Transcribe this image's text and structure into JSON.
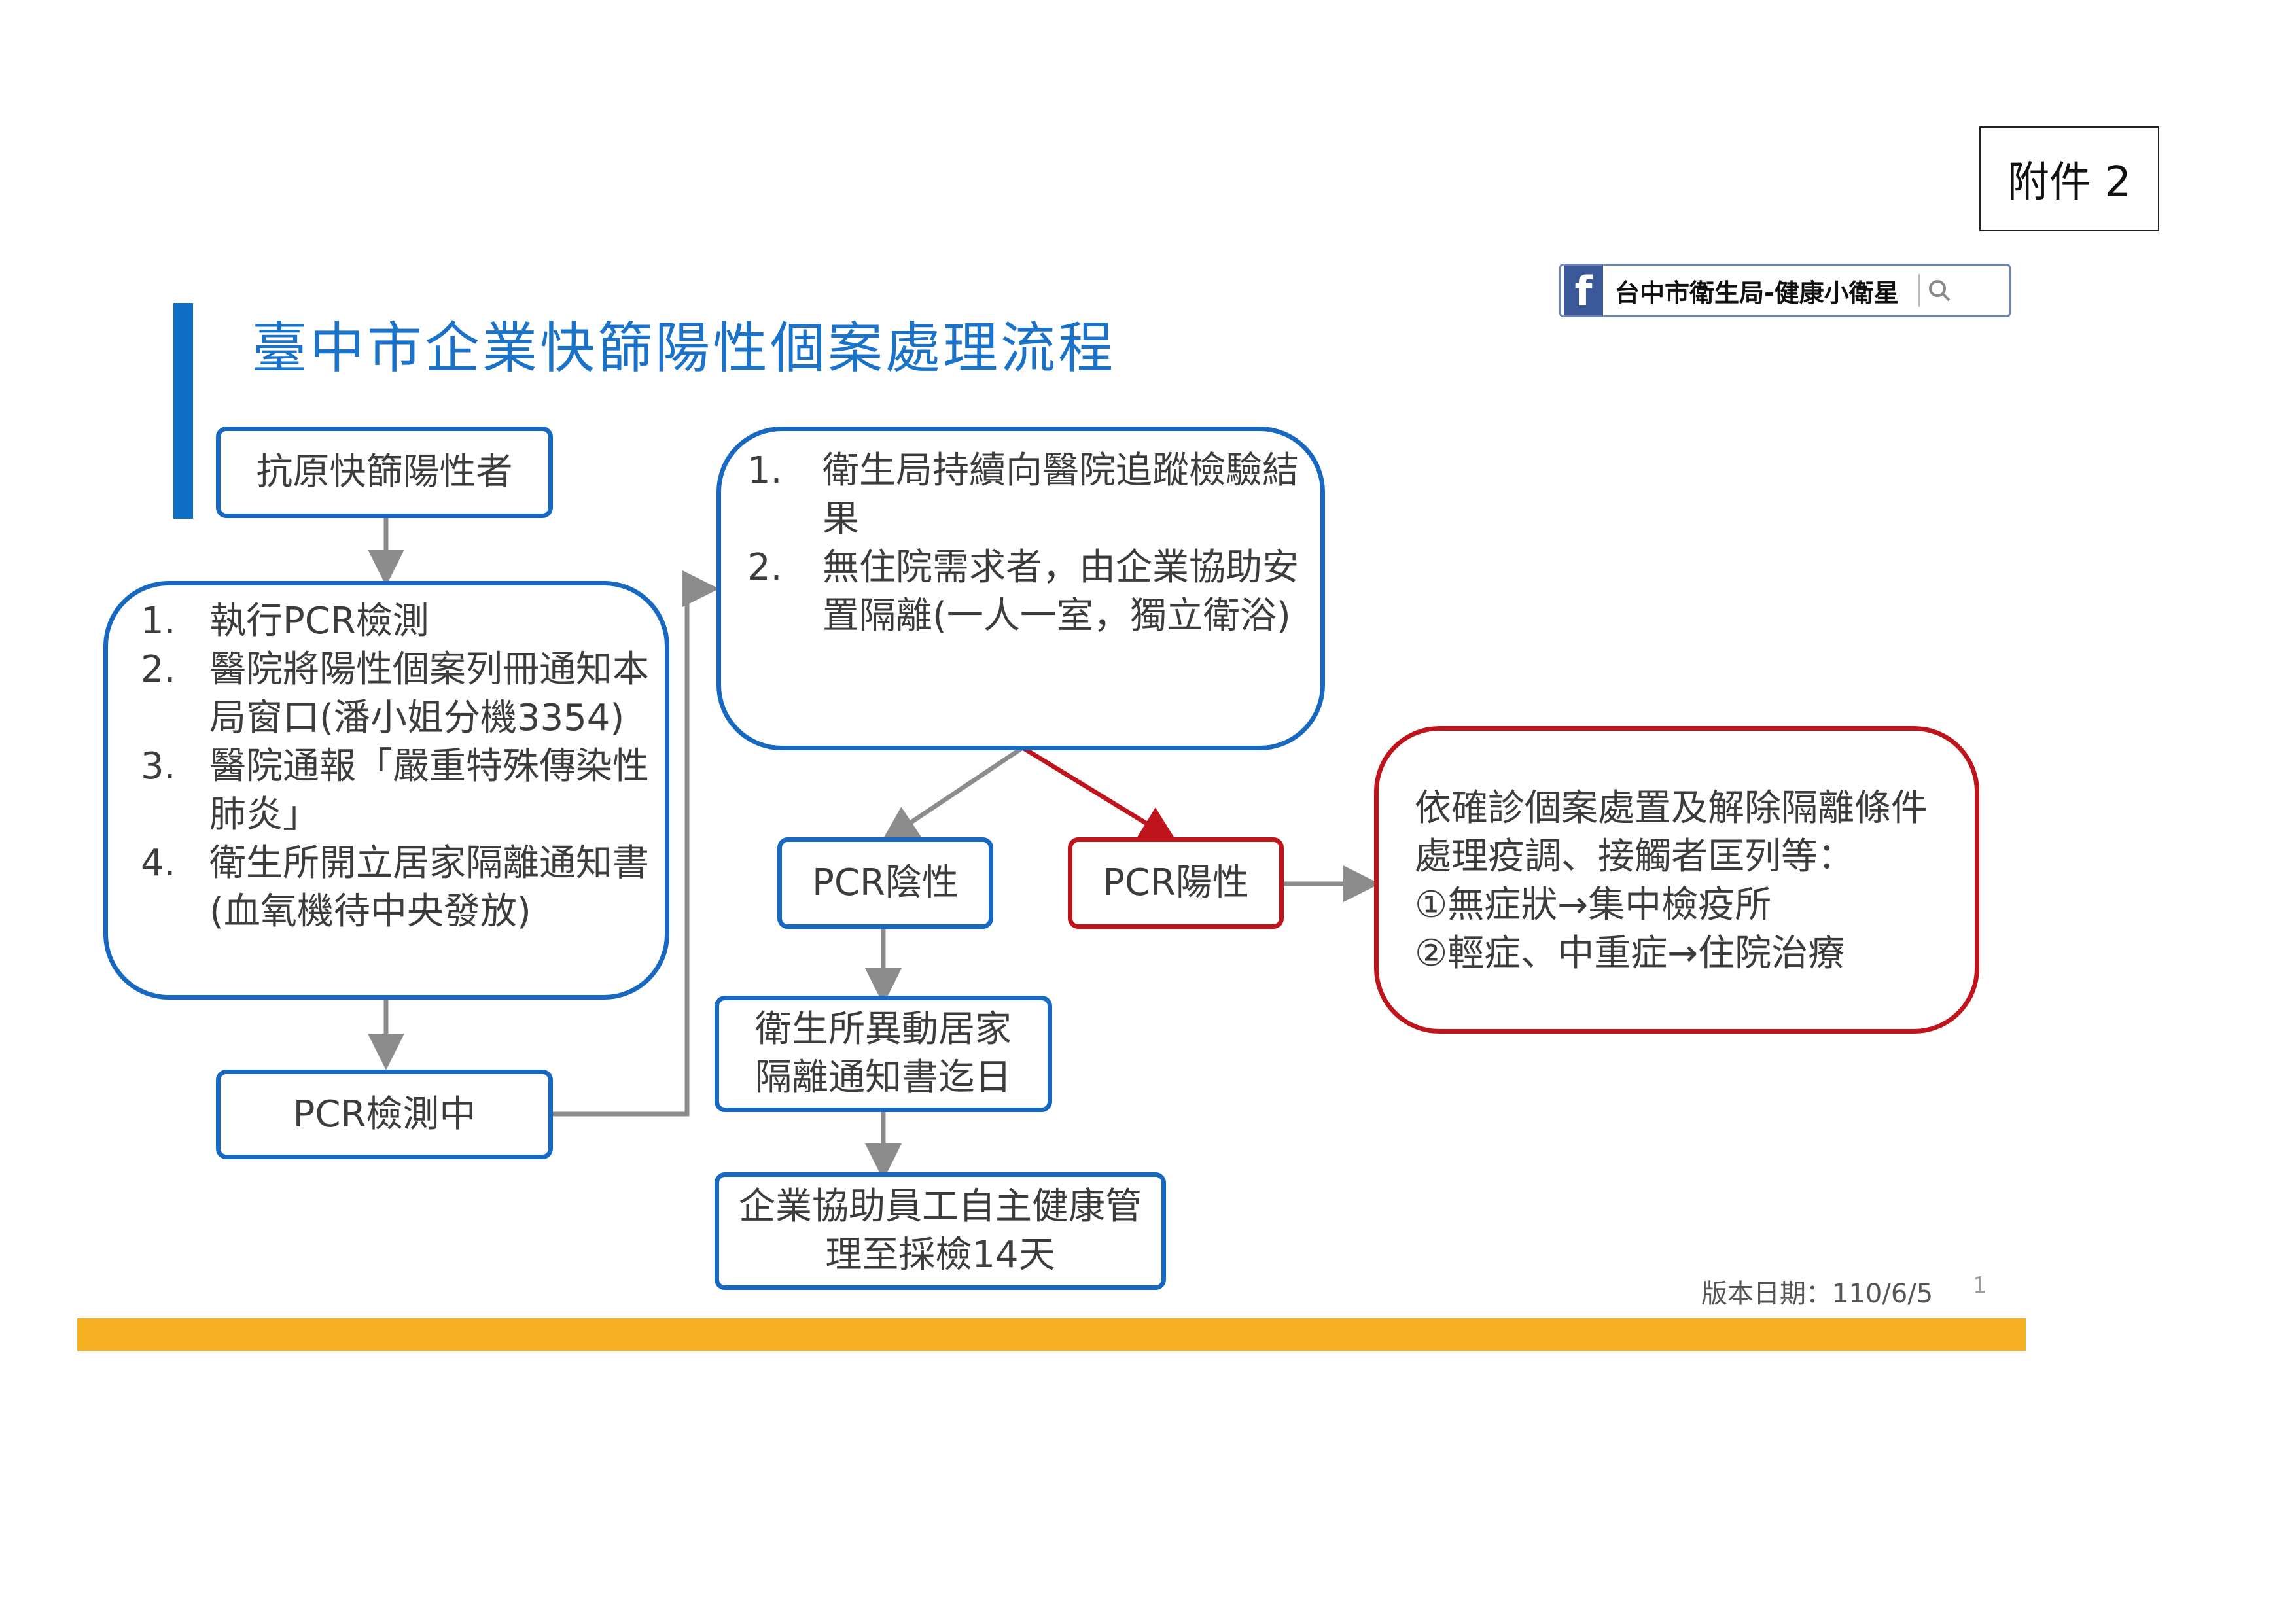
{
  "attachment_label": "附件 2",
  "facebook_badge": {
    "icon": "facebook-icon",
    "page_name": "台中市衛生局-健康小衛星",
    "search_icon": "search-icon"
  },
  "title": "臺中市企業快篩陽性個案處理流程",
  "nodes": {
    "antigen_positive": "抗原快篩陽性者",
    "steps": [
      {
        "num": "1.",
        "text": "執行PCR檢測"
      },
      {
        "num": "2.",
        "text": "醫院將陽性個案列冊通知本局窗口(潘小姐分機3354)"
      },
      {
        "num": "3.",
        "text": "醫院通報「嚴重特殊傳染性肺炎」"
      },
      {
        "num": "4.",
        "text": "衛生所開立居家隔離通知書(血氧機待中央發放)"
      }
    ],
    "pcr_testing": "PCR檢測中",
    "followup": [
      {
        "num": "1.",
        "text": "衛生局持續向醫院追蹤檢驗結果"
      },
      {
        "num": "2.",
        "text": "無住院需求者，由企業協助安置隔離(一人一室，獨立衛浴)"
      }
    ],
    "pcr_negative": "PCR陰性",
    "pcr_positive": "PCR陽性",
    "change_notice": "衛生所異動居家隔離通知書迄日",
    "health_management": "企業協助員工自主健康管理至採檢14天",
    "confirmed_handling": [
      "依確診個案處置及解除隔離條件處理疫調、接觸者匡列等：",
      "①無症狀→集中檢疫所",
      "②輕症、中重症→住院治療"
    ]
  },
  "version_date": "版本日期：110/6/5",
  "page_number": "1",
  "colors": {
    "blue_border": "#1768c0",
    "red_border": "#c0141c",
    "title_blue": "#1a73c8",
    "arrow_gray": "#8c8c8c",
    "arrow_red": "#c0141c",
    "band_yellow": "#f5b122"
  }
}
